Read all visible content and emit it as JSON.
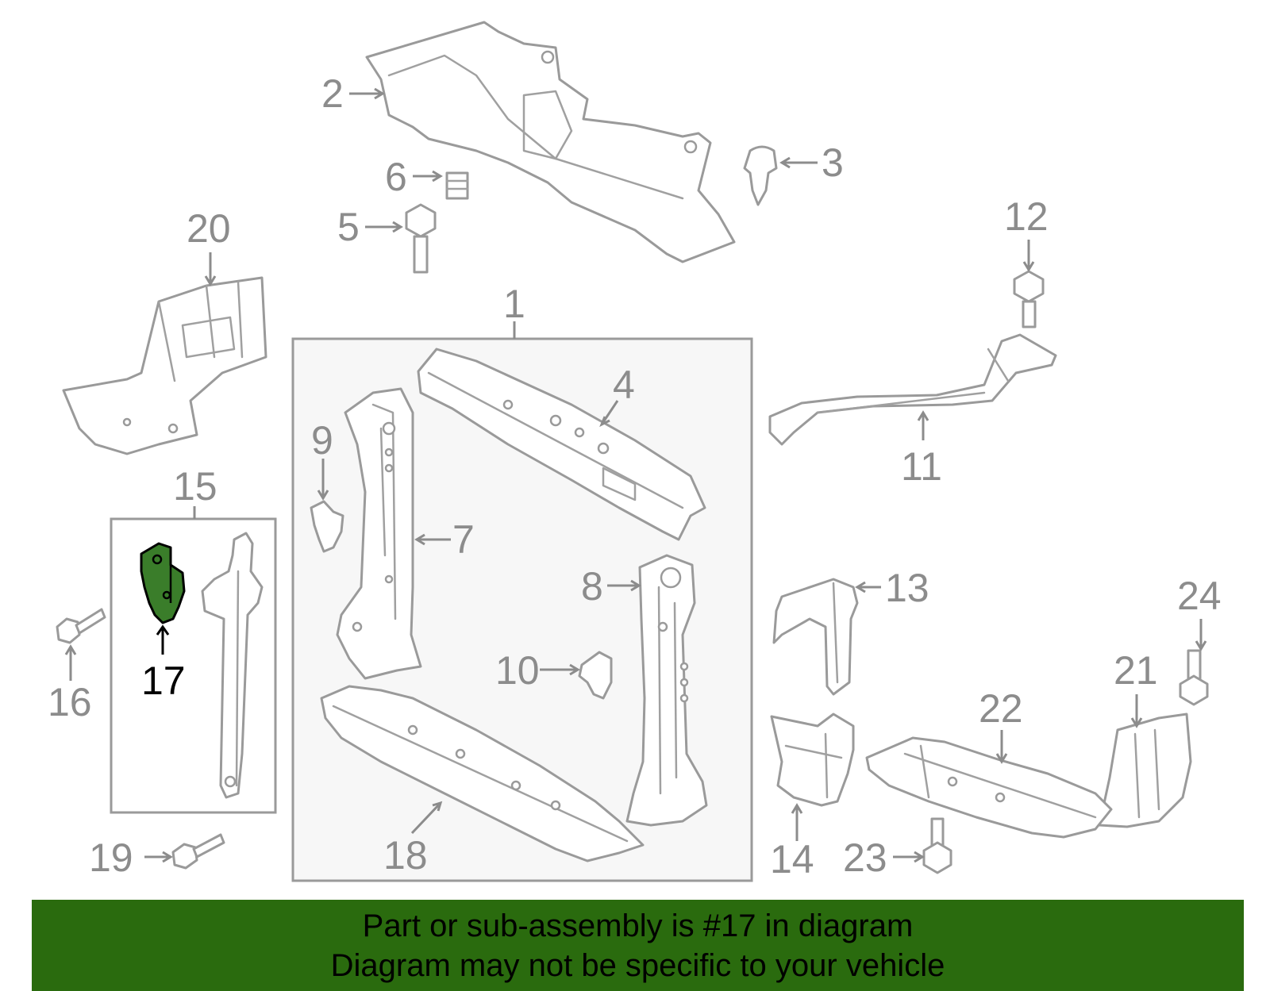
{
  "callouts": {
    "c1": "1",
    "c2": "2",
    "c3": "3",
    "c4": "4",
    "c5": "5",
    "c6": "6",
    "c7": "7",
    "c8": "8",
    "c9": "9",
    "c10": "10",
    "c11": "11",
    "c12": "12",
    "c13": "13",
    "c14": "14",
    "c15": "15",
    "c16": "16",
    "c17": "17",
    "c18": "18",
    "c19": "19",
    "c20": "20",
    "c21": "21",
    "c22": "22",
    "c23": "23",
    "c24": "24"
  },
  "highlighted_part": "17",
  "colors": {
    "highlight_fill": "#3a7d2a",
    "banner_bg": "#2a6b0e",
    "line_gray": "#9a9a9a"
  },
  "banner": {
    "line1": "Part or sub-assembly is #17 in diagram",
    "line2": "Diagram may not be specific to your vehicle"
  }
}
